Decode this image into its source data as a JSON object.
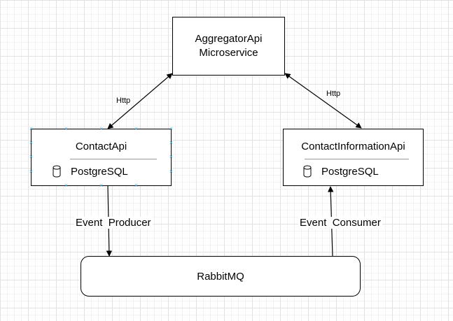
{
  "nodes": {
    "aggregator": {
      "line1": "AggregatorApi",
      "line2": "Microservice"
    },
    "contact_api": {
      "title": "ContactApi",
      "db": "PostgreSQL"
    },
    "contact_info_api": {
      "title": "ContactInformationApi",
      "db": "PostgreSQL"
    },
    "rabbitmq": {
      "label": "RabbitMQ"
    }
  },
  "edges": {
    "http_left": "Http",
    "http_right": "Http",
    "producer": "Event  Producer",
    "consumer": "Event  Consumer"
  },
  "icons": {
    "database": "database-cylinder-icon",
    "selection_handle": "x-handle-icon"
  },
  "colors": {
    "selection": "#29b6f2",
    "stroke": "#000000"
  }
}
